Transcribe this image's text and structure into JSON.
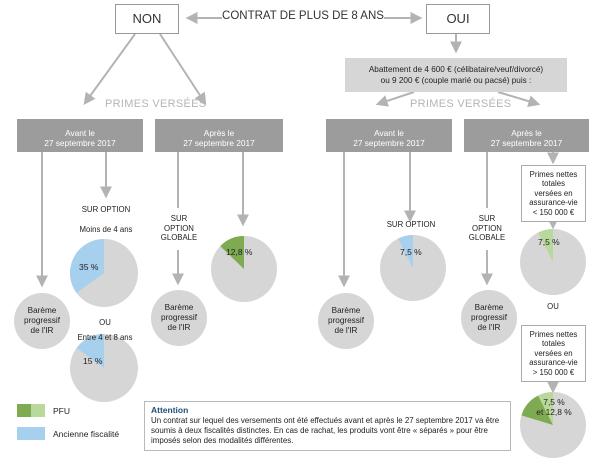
{
  "header": {
    "non": "NON",
    "oui": "OUI",
    "title": "CONTRAT DE PLUS DE 8 ANS"
  },
  "abattement": "Abattement de 4 600 € (célibataire/veuf/divorcé)\nou 9 200 € (couple marié ou pacsé) puis :",
  "primes_versees": "PRIMES VERSÉES",
  "left": {
    "avant": "Avant le\n27 septembre 2017",
    "apres": "Après le\n27 septembre 2017",
    "sur_option": "SUR OPTION",
    "moins4": "Moins de 4 ans",
    "pie1_label": "35 %",
    "ou": "OU",
    "entre48": "Entre 4 et 8 ans",
    "pie2_label": "15 %",
    "bareme1": "Barème\nprogressif\nde l'IR",
    "sur_option_globale": "SUR\nOPTION\nGLOBALE",
    "bareme2": "Barème\nprogressif\nde l'IR",
    "pie3_label": "12,8 %"
  },
  "right": {
    "avant": "Avant le\n27 septembre 2017",
    "apres": "Après le\n27 septembre 2017",
    "sur_option": "SUR OPTION",
    "pie4_label": "7,5 %",
    "bareme3": "Barème\nprogressif\nde l'IR",
    "sur_option_globale": "SUR\nOPTION\nGLOBALE",
    "bareme4": "Barème\nprogressif\nde l'IR",
    "cond1": "Primes nettes\ntotales\nversées en\nassurance-vie\n< 150 000 €",
    "pie5_label": "7,5 %",
    "ou": "OU",
    "cond2": "Primes nettes\ntotales\nversées en\nassurance-vie\n> 150 000 €",
    "pie6_label": "7,5 %\net 12,8 %"
  },
  "legend": {
    "pfu": "PFU",
    "ancienne": "Ancienne fiscalité"
  },
  "note": {
    "title": "Attention",
    "text": "Un contrat sur lequel des versements ont été effectués avant et après le 27 septembre 2017 va être soumis à deux fiscalités distinctes. En cas de rachat, les produits vont être « séparés » pour être imposés selon des modalités différentes."
  },
  "colors": {
    "grey_pie": "#d6d6d6",
    "blue": "#a6d0ee",
    "green_dark": "#7eab52",
    "green_light": "#b9d99a",
    "grey_box": "#9c9c9c",
    "arrow": "#b3b3b3"
  },
  "pies": {
    "pie1": 0.35,
    "pie2": 0.15,
    "pie3": 0.128,
    "pie4": 0.075,
    "pie5": 0.075,
    "pie6_a": 0.075,
    "pie6_b": 0.128
  }
}
